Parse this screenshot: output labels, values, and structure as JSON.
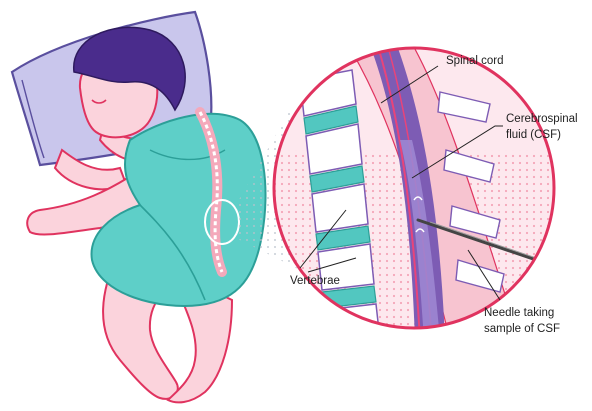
{
  "labels": {
    "spinal_cord": "Spinal cord",
    "csf_line1": "Cerebrospinal",
    "csf_line2": "fluid (CSF)",
    "vertebrae": "Vertebrae",
    "needle_line1": "Needle taking",
    "needle_line2": "sample of CSF"
  },
  "colors": {
    "skin": "#fbd3dc",
    "outline": "#e0335f",
    "hair": "#4a2c8c",
    "gown": "#5ecfc8",
    "gown_dark": "#3fb8b0",
    "pillow": "#c9c6ec",
    "pillow_outline": "#5a4f9e",
    "vertebra": "#ffffff",
    "disc": "#52c7c0",
    "cord": "#7d5cb4",
    "csf": "#9d86d2",
    "muscle": "#f3a3b6",
    "needle": "#444444"
  }
}
